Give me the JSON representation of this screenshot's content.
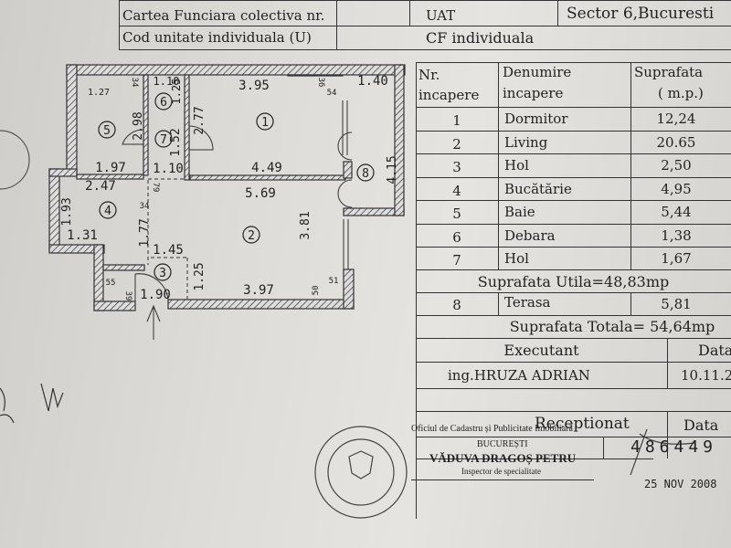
{
  "header": {
    "cf_colectiva_label": "Cartea Funciara colectiva nr.",
    "cod_unitate_label": "Cod unitate individuala (U)",
    "uat_label": "UAT",
    "uat_value": "Sector 6,Bucuresti",
    "cf_individuala_label": "CF individuala"
  },
  "table": {
    "col_nr": [
      "Nr.",
      "incapere"
    ],
    "col_denumire": [
      "Denumire",
      "incapere"
    ],
    "col_suprafata": [
      "Suprafata",
      "( m.p.)"
    ],
    "rows": [
      {
        "nr": "1",
        "name": "Dormitor",
        "area": "12,24"
      },
      {
        "nr": "2",
        "name": "Living",
        "area": "20.65"
      },
      {
        "nr": "3",
        "name": "Hol",
        "area": "2,50"
      },
      {
        "nr": "4",
        "name": "Bucătărie",
        "area": "4,95"
      },
      {
        "nr": "5",
        "name": "Baie",
        "area": "5,44"
      },
      {
        "nr": "6",
        "name": "Debara",
        "area": "1,38"
      },
      {
        "nr": "7",
        "name": "Hol",
        "area": "1,67"
      }
    ],
    "suprafata_utila": "Suprafata Utila=48,83mp",
    "terasa": {
      "nr": "8",
      "name": "Terasa",
      "area": "5,81"
    },
    "suprafata_totala": "Suprafata Totala= 54,64mp",
    "executant_label": "Executant",
    "data_label": "Data",
    "executant_name": "ing.HRUZA ADRIAN",
    "executant_date": "10.11.2",
    "receptionat_label": "Receptionat",
    "receptionat_data_label": "Data",
    "number": "486449"
  },
  "stamp": {
    "office": "Oficiul de Cadastru și Publicitate Imobiliară",
    "city": "BUCUREȘTI",
    "inspector_name": "VĂDUVA DRAGOȘ PETRU",
    "inspector_title": "Inspector de specialitate",
    "date": "25 NOV 2008"
  },
  "plan": {
    "rooms": [
      "1",
      "2",
      "3",
      "4",
      "5",
      "6",
      "7",
      "8"
    ],
    "dims": [
      "3.95",
      "1.40",
      "1.10",
      "1.27",
      "34",
      "36",
      "54",
      "1.25",
      "2.98",
      "2.77",
      "1.52",
      "4.15",
      "1.97",
      "1.10",
      "4.49",
      "2.47",
      "5.69",
      "79",
      "34",
      "1.93",
      "1.77",
      "3.81",
      "1.31",
      "1.45",
      "1.25",
      "55",
      "39",
      "1.90",
      "3.97",
      "50",
      "51"
    ]
  }
}
